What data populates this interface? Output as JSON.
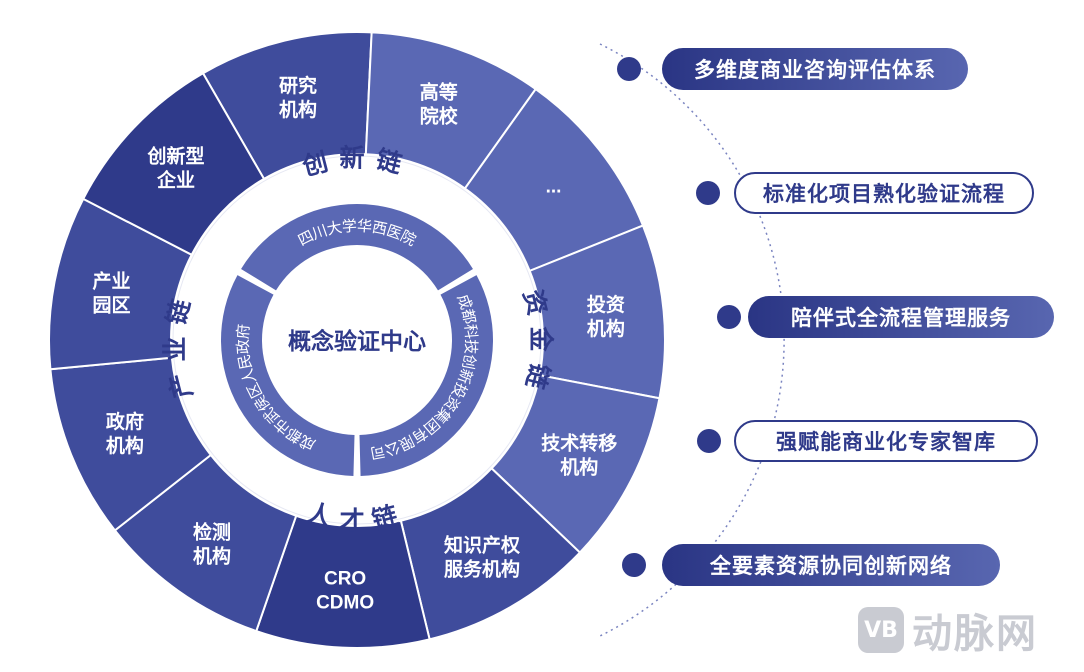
{
  "colors": {
    "dark": "#2f3a8a",
    "mid": "#3f4c9c",
    "light": "#5a68b4",
    "center_text": "#2f3a8a",
    "white": "#ffffff"
  },
  "center": {
    "label": "概念验证中心"
  },
  "chains": {
    "innovation": "创新链",
    "capital": "资金链",
    "talent": "人才链",
    "industry": "产业链"
  },
  "inner_segments": {
    "top": "四川大学华西医院",
    "right": "成都科技创新投资集团有限公司",
    "left": "成都市武侯区人民政府"
  },
  "outer_segments": [
    {
      "lines": [
        "研究",
        "机构"
      ],
      "shade": "mid"
    },
    {
      "lines": [
        "高等",
        "院校"
      ],
      "shade": "light"
    },
    {
      "lines": [
        "..."
      ],
      "shade": "light"
    },
    {
      "lines": [
        "投资",
        "机构"
      ],
      "shade": "light"
    },
    {
      "lines": [
        "技术转移",
        "机构"
      ],
      "shade": "light"
    },
    {
      "lines": [
        "知识产权",
        "服务机构"
      ],
      "shade": "mid"
    },
    {
      "lines": [
        "CRO",
        "CDMO"
      ],
      "shade": "dark"
    },
    {
      "lines": [
        "检测",
        "机构"
      ],
      "shade": "mid"
    },
    {
      "lines": [
        "政府",
        "机构"
      ],
      "shade": "mid"
    },
    {
      "lines": [
        "产业",
        "园区"
      ],
      "shade": "mid"
    },
    {
      "lines": [
        "创新型",
        "企业"
      ],
      "shade": "dark"
    }
  ],
  "services": [
    {
      "label": "多维度商业咨询评估体系",
      "style": "filled"
    },
    {
      "label": "标准化项目熟化验证流程",
      "style": "outline"
    },
    {
      "label": "陪伴式全流程管理服务",
      "style": "filled"
    },
    {
      "label": "强赋能商业化专家智库",
      "style": "outline"
    },
    {
      "label": "全要素资源协同创新网络",
      "style": "filled"
    }
  ],
  "watermark": {
    "logo": "VB",
    "text": "动脉网"
  }
}
